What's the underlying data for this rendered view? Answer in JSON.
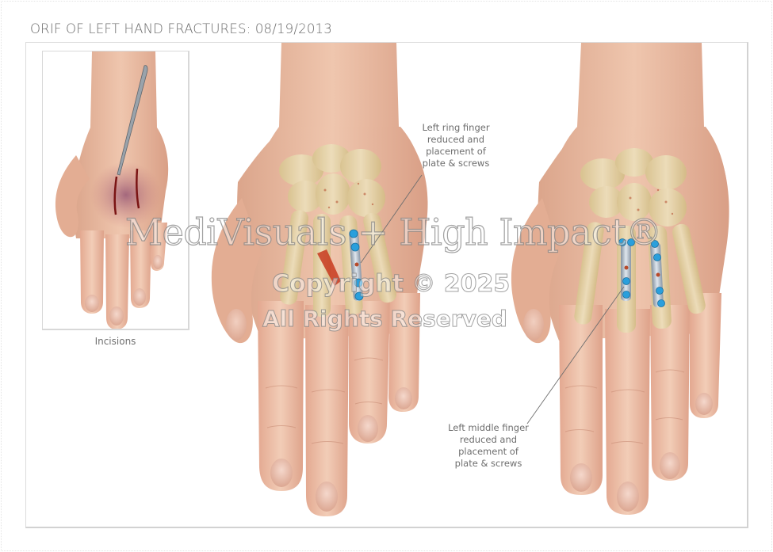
{
  "title": "ORIF OF LEFT HAND FRACTURES: 08/19/2013",
  "panels": [
    {
      "id": "incisions",
      "caption": "Incisions",
      "icon": "hand-with-scalpel-icon"
    },
    {
      "id": "ring-finger-fixation",
      "annotation": {
        "lines": [
          "Left ring finger",
          "reduced and",
          "placement of",
          "plate & screws"
        ]
      },
      "icon": "hand-xray-plate-icon"
    },
    {
      "id": "middle-finger-fixation",
      "annotation": {
        "lines": [
          "Left middle finger",
          "reduced and",
          "placement of",
          "plate & screws"
        ]
      },
      "icon": "hand-xray-two-plates-icon"
    }
  ],
  "watermark": {
    "line1": "MediVisuals + High Impact®",
    "line2": "Copyright © 2025",
    "line3": "All Rights Reserved"
  },
  "colors": {
    "skin": "#e8b79c",
    "skin_shadow": "#d9967a",
    "bone": "#e4d3a8",
    "plate": "#a9b4c0",
    "screw": "#2a9fdc",
    "incision": "#8a1c1c",
    "bruise": "#8c4a6e",
    "title": "#6a6a6a",
    "frame": "#dcdcdc"
  }
}
